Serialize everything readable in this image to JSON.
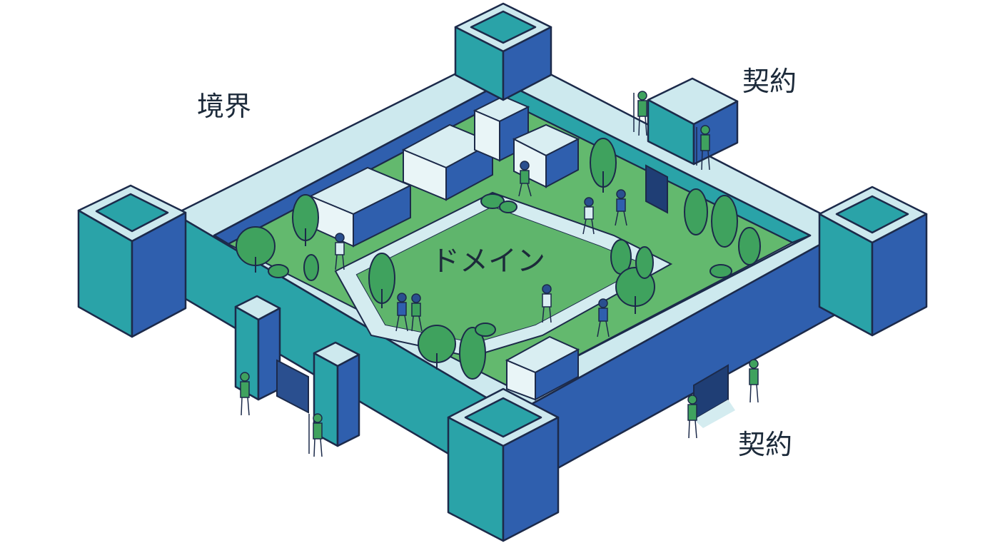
{
  "labels": {
    "boundary": "境界",
    "contract_top": "契約",
    "contract_bottom": "契約",
    "domain": "ドメイン"
  },
  "colors": {
    "outline": "#1c2a4a",
    "wall_teal": "#2aa3a8",
    "wall_blue": "#2f5fae",
    "wall_top": "#cde9ee",
    "grass": "#63b96e",
    "path": "#d4ecf0",
    "tree": "#3fa25e",
    "building_top": "#d9eef2",
    "building_side": "#2f5fae"
  },
  "icons": [
    "tower-icon",
    "wall-icon",
    "gate-icon",
    "building-icon",
    "tree-icon",
    "person-icon",
    "guard-icon"
  ]
}
